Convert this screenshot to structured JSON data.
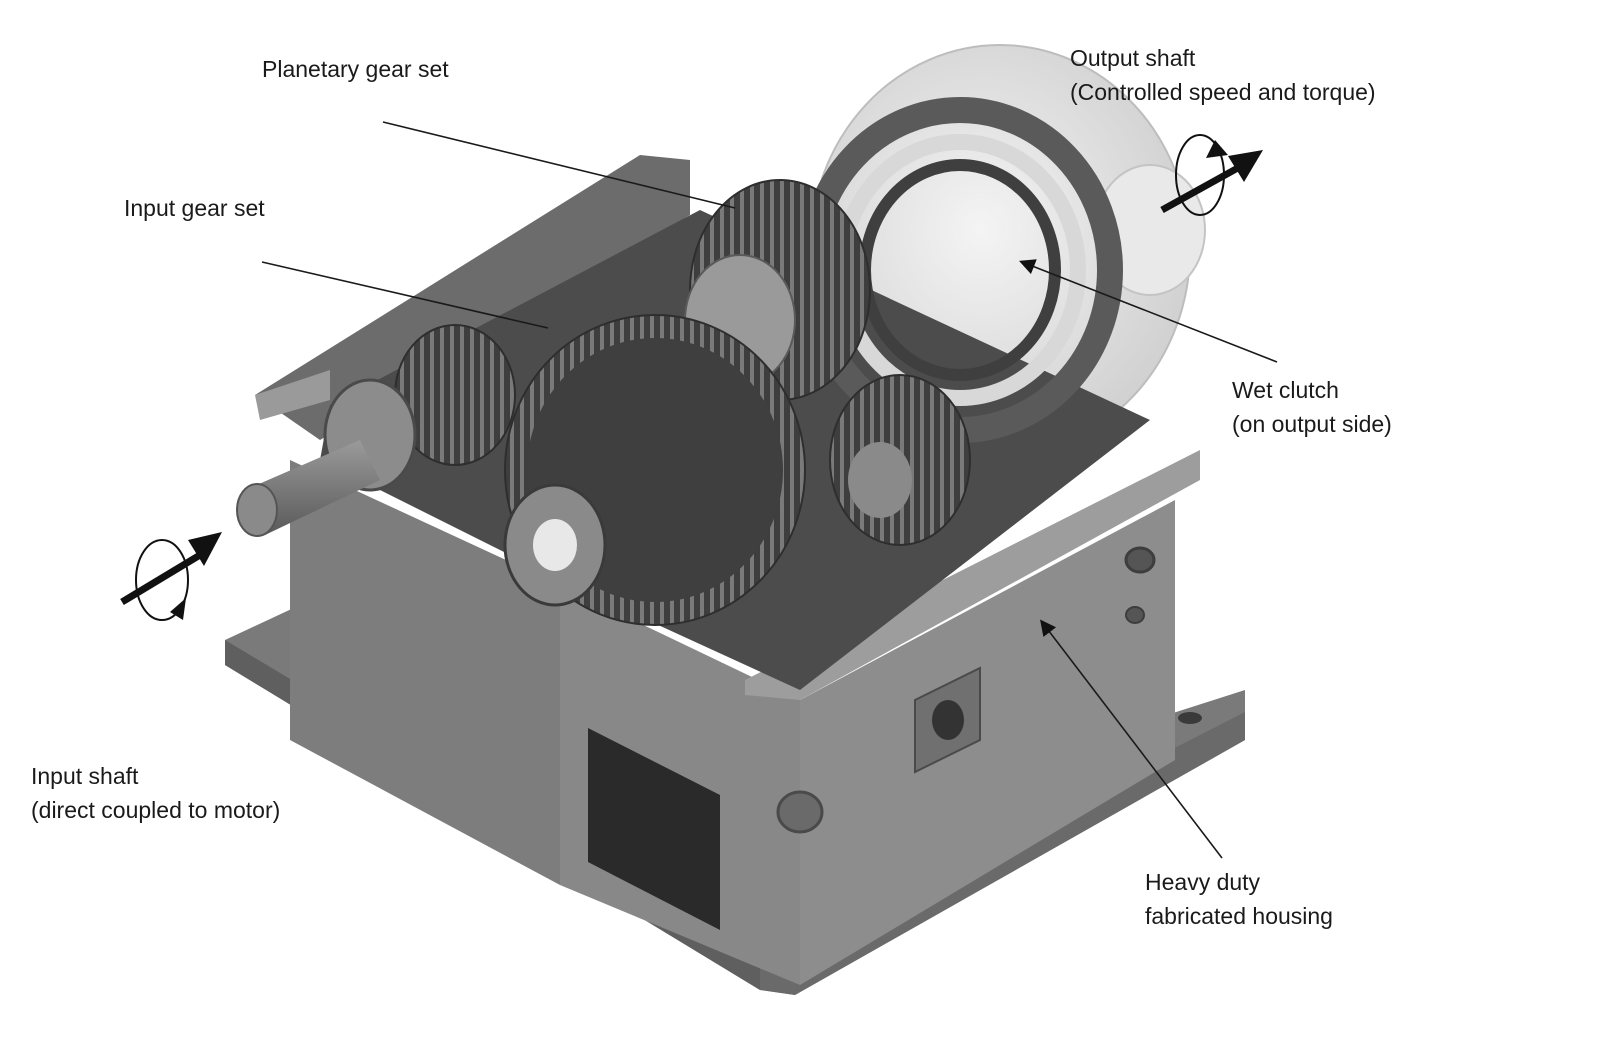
{
  "labels": {
    "planetary": {
      "line1": "Planetary gear set"
    },
    "input_gear": {
      "line1": "Input gear set"
    },
    "output_shaft": {
      "line1": "Output shaft",
      "line2": "(Controlled speed and torque)"
    },
    "wet_clutch": {
      "line1": "Wet clutch",
      "line2": "(on output side)"
    },
    "input_shaft": {
      "line1": "Input shaft",
      "line2": "(direct coupled to motor)"
    },
    "housing": {
      "line1": "Heavy duty",
      "line2": "fabricated housing"
    }
  },
  "colors": {
    "background": "#ffffff",
    "text": "#1a1a1a",
    "leader_line": "#1a1a1a",
    "housing_light": "#8a8a8a",
    "housing_mid": "#6e6e6e",
    "housing_dark": "#4a4a4a",
    "gear_dark": "#3c3c3c",
    "gear_light": "#b5b5b5",
    "flange": "#e6e6e6",
    "arrow": "#111111"
  }
}
